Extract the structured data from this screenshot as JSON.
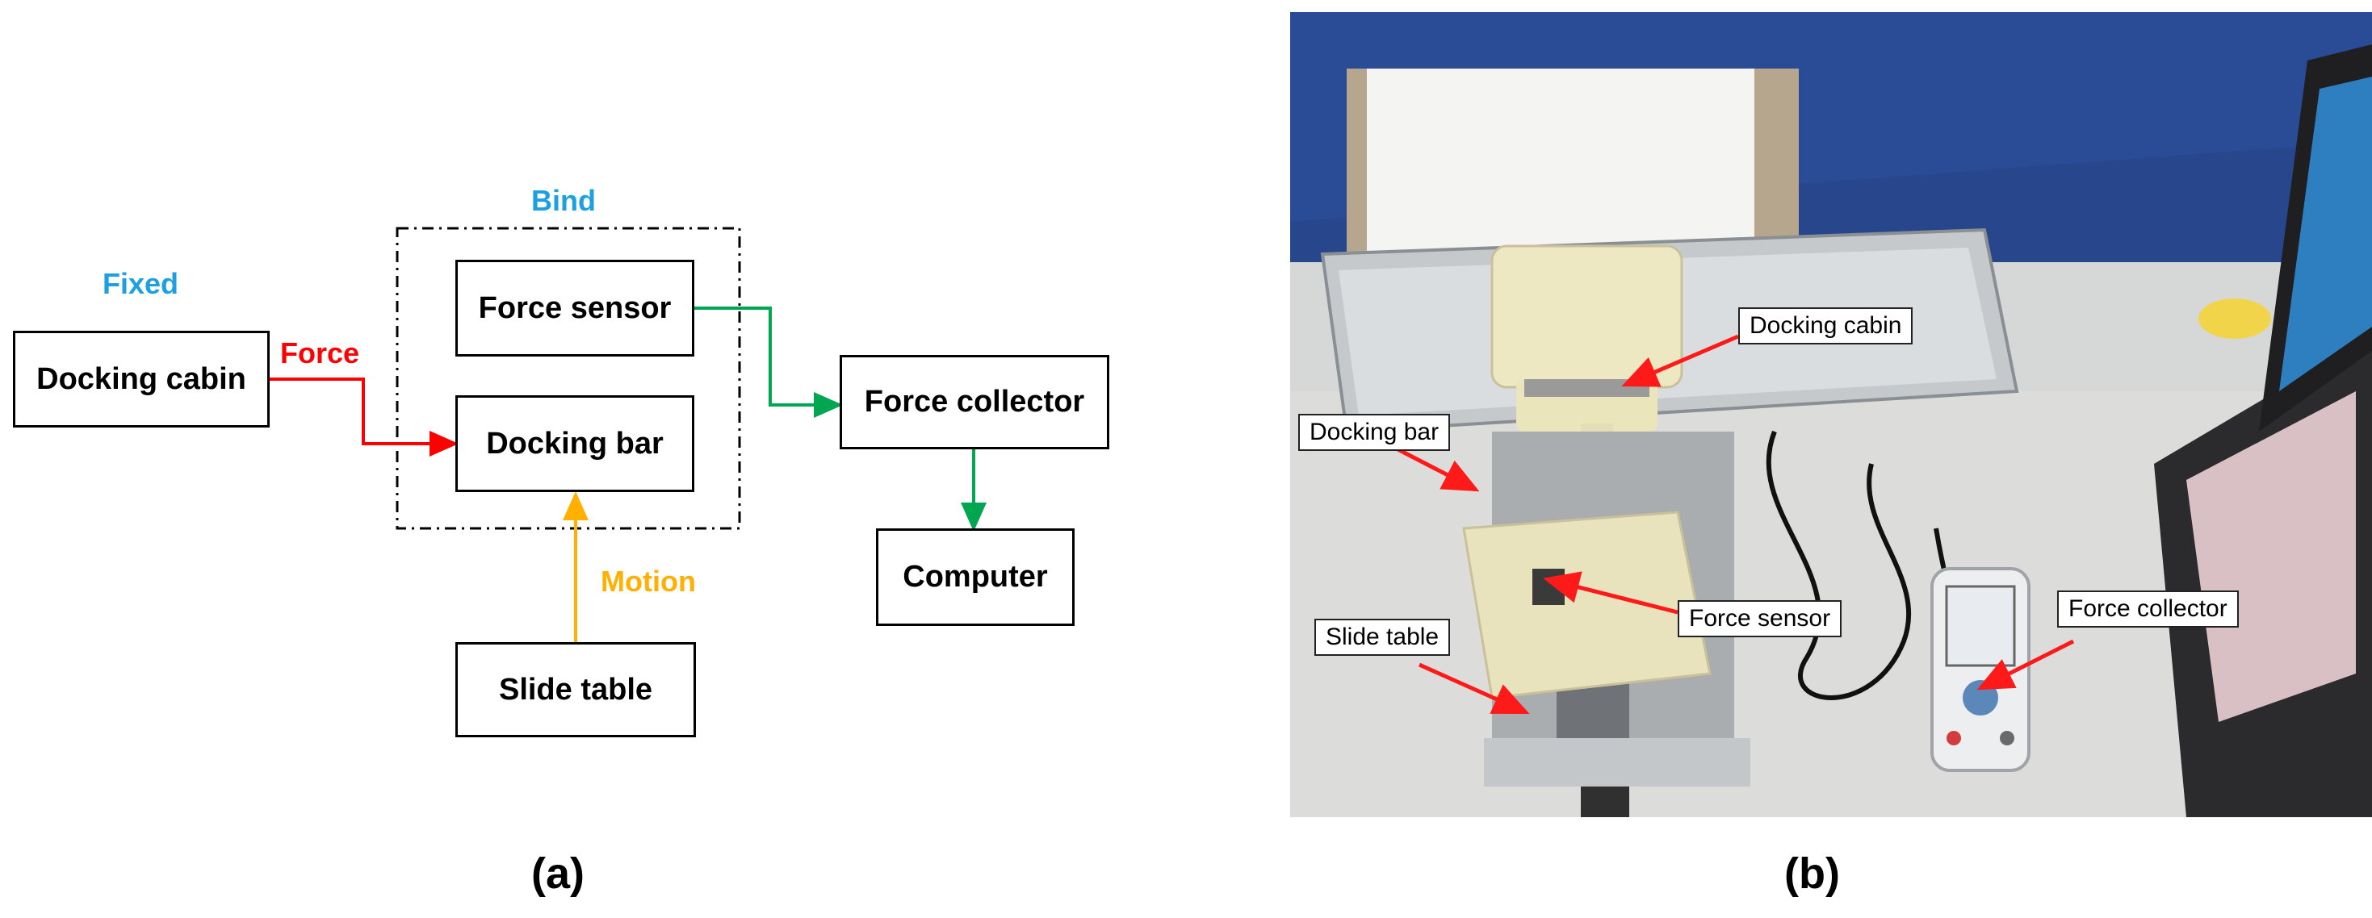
{
  "diagram": {
    "boxes": {
      "docking_cabin": "Docking cabin",
      "force_sensor": "Force sensor",
      "docking_bar": "Docking bar",
      "force_collector": "Force collector",
      "computer": "Computer",
      "slide_table": "Slide table"
    },
    "labels": {
      "fixed": "Fixed",
      "bind": "Bind",
      "force": "Force",
      "motion": "Motion"
    },
    "colors": {
      "fixed": "#1ca0e0",
      "bind": "#1ca0e0",
      "force": "#ff0000",
      "motion": "#ffb000",
      "signal": "#00a650"
    },
    "caption": "(a)"
  },
  "photo": {
    "callouts": {
      "docking_cabin": "Docking cabin",
      "docking_bar": "Docking bar",
      "force_sensor": "Force sensor",
      "slide_table": "Slide table",
      "force_collector": "Force collector"
    },
    "caption": "(b)"
  }
}
